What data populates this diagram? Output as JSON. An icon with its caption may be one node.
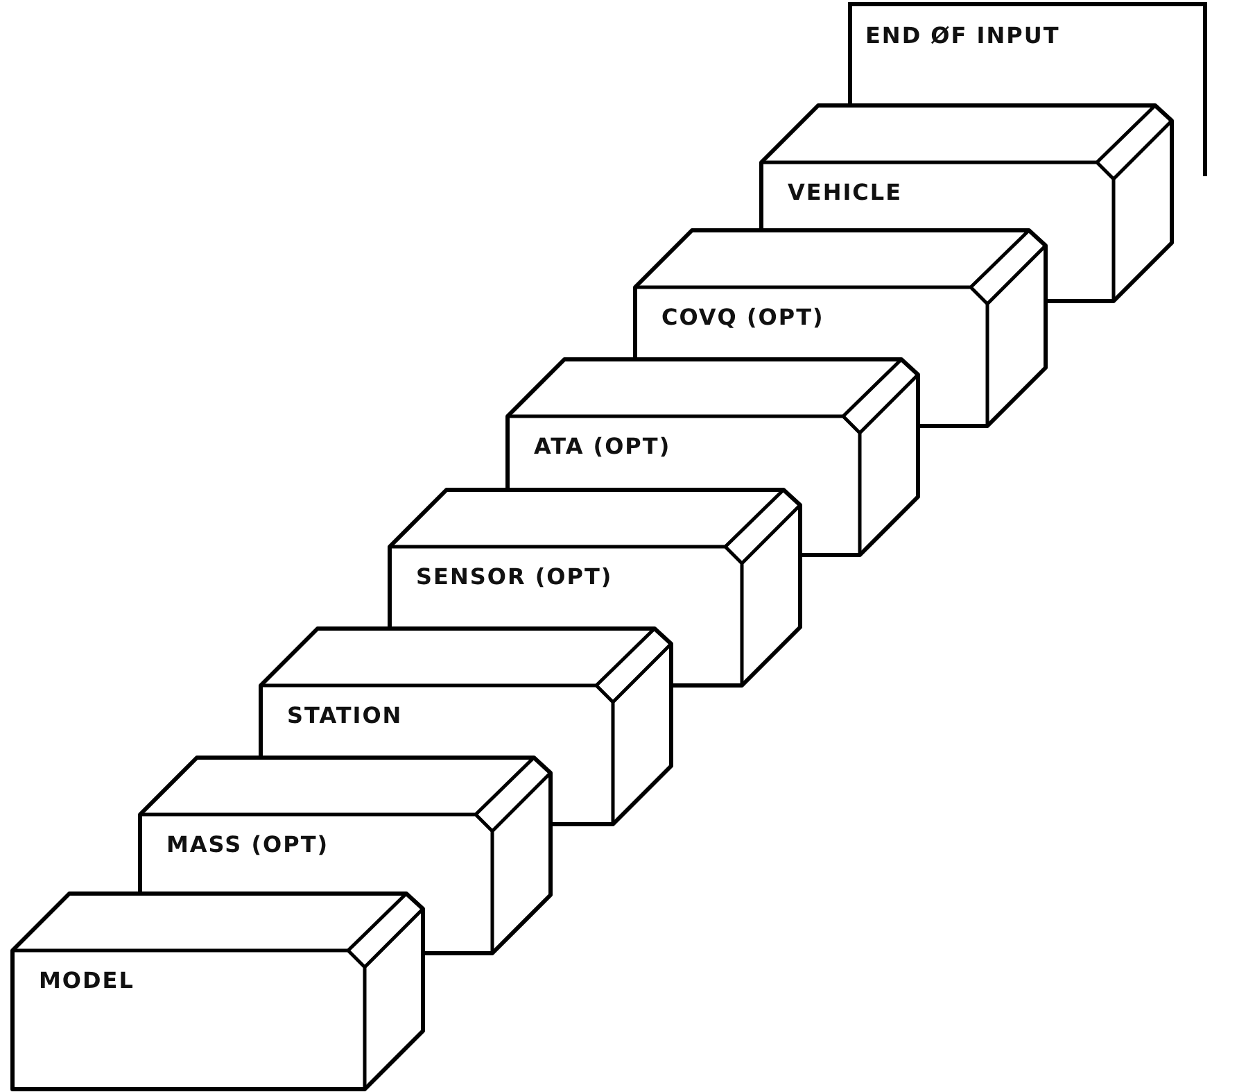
{
  "diagram": {
    "nodes": [
      {
        "text": [
          "END ØF INPUT"
        ]
      },
      {
        "text": [
          "VEHICLE"
        ]
      },
      {
        "text": [
          "COVQ (OPT)"
        ]
      },
      {
        "text": [
          "ATA (OPT)"
        ]
      },
      {
        "text": [
          "SENSOR (OPT)"
        ]
      },
      {
        "text": [
          "STATION"
        ]
      },
      {
        "text": [
          "MASS (OPT)"
        ]
      },
      {
        "text": [
          "MODEL"
        ]
      }
    ]
  }
}
